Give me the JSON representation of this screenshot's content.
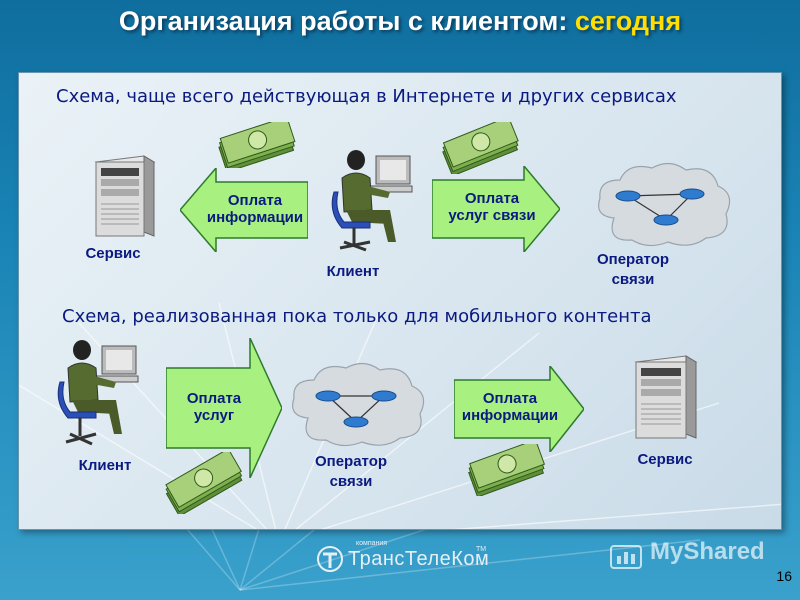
{
  "slide": {
    "title_main": "Организация работы с клиентом: ",
    "title_accent": "сегодня",
    "page_number": "16",
    "logo_company": "компания",
    "logo_text": "ТрансТелеКом",
    "logo_tm": "TM",
    "watermark": "MyShared"
  },
  "scheme1": {
    "heading": "Схема, чаще всего действующая в Интернете и других сервисах",
    "service_label": "Сервис",
    "client_label": "Клиент",
    "operator_label_1": "Оператор",
    "operator_label_2": "связи",
    "arrow_left_1": "Оплата",
    "arrow_left_2": "информации",
    "arrow_right_1": "Оплата",
    "arrow_right_2": "услуг связи"
  },
  "scheme2": {
    "heading": "Схема, реализованная пока только для мобильного контента",
    "client_label": "Клиент",
    "operator_label_1": "Оператор",
    "operator_label_2": "связи",
    "service_label": "Сервис",
    "arrow1_1": "Оплата",
    "arrow1_2": "услуг",
    "arrow2_1": "Оплата",
    "arrow2_2": "информации"
  },
  "colors": {
    "arrow_fill": "#a8f080",
    "label_text": "#0a1a80",
    "title_accent": "#ffde00"
  },
  "icons": [
    "server-icon",
    "client-user-icon",
    "network-cloud-icon",
    "money-icon"
  ]
}
